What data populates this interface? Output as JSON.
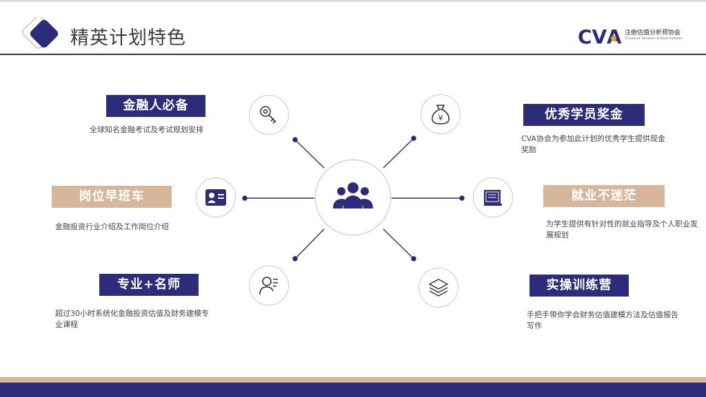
{
  "header": {
    "title": "精英计划特色",
    "brand": {
      "name_cn": "注册估值分析师协会",
      "name_en": "Chartered Valuation Analyst Institute",
      "logo_text": "CVA"
    }
  },
  "features": [
    {
      "title": "金融人必备",
      "desc": "全球知名金融考试及考试规划安排",
      "icon": "key-icon",
      "style": "navy"
    },
    {
      "title": "岗位早班车",
      "desc": "金融投资行业介绍及工作岗位介绍",
      "icon": "id-card-icon",
      "style": "tan"
    },
    {
      "title": "专业+名师",
      "desc": "超过30小时系统化金融投资估值及财务建模专业课程",
      "icon": "teacher-icon",
      "style": "navy"
    },
    {
      "title": "优秀学员奖金",
      "desc": "CVA协会为参加此计划的优秀学生提供现金奖励",
      "icon": "money-bag-icon",
      "style": "navy"
    },
    {
      "title": "就业不迷茫",
      "desc": "为学生提供有针对性的就业指导及个人职业发展规划",
      "icon": "book-icon",
      "style": "tan"
    },
    {
      "title": "实操训练营",
      "desc": "手把手带你学会财务估值建模方法及估值报告写作",
      "icon": "layers-icon",
      "style": "navy"
    }
  ],
  "center": {
    "icon": "people-group-icon"
  },
  "colors": {
    "navy": "#2c2c7a",
    "tan": "#d6b79a",
    "line": "#2b2b6b"
  }
}
